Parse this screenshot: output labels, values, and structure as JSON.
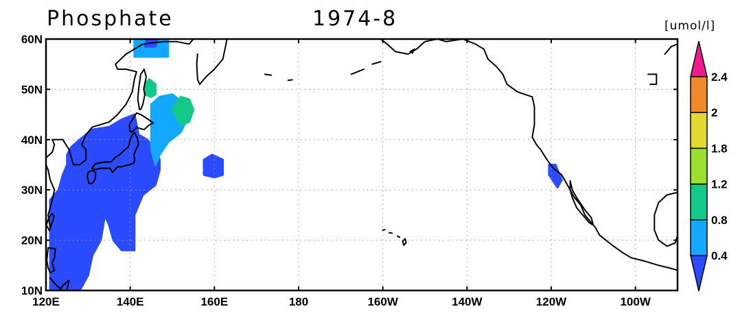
{
  "title": {
    "variable": "Phosphate",
    "date": "1974-8"
  },
  "units": "[umol/l]",
  "map": {
    "lon_range": [
      120,
      270
    ],
    "lat_range": [
      10,
      60
    ],
    "grid": "dotted",
    "x_ticks": [
      {
        "lon": 120,
        "label": "120E"
      },
      {
        "lon": 140,
        "label": "140E"
      },
      {
        "lon": 160,
        "label": "160E"
      },
      {
        "lon": 180,
        "label": "180"
      },
      {
        "lon": 200,
        "label": "160W"
      },
      {
        "lon": 220,
        "label": "140W"
      },
      {
        "lon": 240,
        "label": "120W"
      },
      {
        "lon": 260,
        "label": "100W"
      }
    ],
    "y_ticks": [
      {
        "lat": 10,
        "label": "10N"
      },
      {
        "lat": 20,
        "label": "20N"
      },
      {
        "lat": 30,
        "label": "30N"
      },
      {
        "lat": 40,
        "label": "40N"
      },
      {
        "lat": 50,
        "label": "50N"
      },
      {
        "lat": 60,
        "label": "60N"
      }
    ]
  },
  "colorbar": {
    "colors": [
      "#2a4bff",
      "#12a8ff",
      "#12c98a",
      "#9be02a",
      "#e2d830",
      "#f08a28",
      "#ef1a8e"
    ],
    "labels": [
      "0.4",
      "0.8",
      "1.2",
      "1.8",
      "2",
      "2.4"
    ]
  },
  "fields": [
    {
      "level": 0,
      "name": "west-pacific-low",
      "color": "#2a4bff",
      "polygon": [
        [
          121,
          10
        ],
        [
          121,
          28
        ],
        [
          123,
          30
        ],
        [
          124,
          33
        ],
        [
          125,
          35
        ],
        [
          125,
          37
        ],
        [
          126,
          38.5
        ],
        [
          128,
          40
        ],
        [
          131,
          42
        ],
        [
          135,
          42.5
        ],
        [
          138,
          44
        ],
        [
          141,
          45
        ],
        [
          142,
          41
        ],
        [
          144,
          40
        ],
        [
          146,
          38
        ],
        [
          147,
          36
        ],
        [
          147,
          34
        ],
        [
          146,
          31
        ],
        [
          143,
          29
        ],
        [
          142,
          27
        ],
        [
          141,
          25
        ],
        [
          141,
          18
        ],
        [
          138,
          18
        ],
        [
          136,
          20
        ],
        [
          135,
          23
        ],
        [
          134,
          25
        ],
        [
          133,
          20
        ],
        [
          131,
          17
        ],
        [
          130,
          13
        ],
        [
          128,
          10
        ]
      ]
    },
    {
      "level": 1,
      "name": "kuril-mid",
      "color": "#12a8ff",
      "polygon": [
        [
          145,
          38
        ],
        [
          145,
          47
        ],
        [
          147,
          48.5
        ],
        [
          150,
          49
        ],
        [
          153,
          47
        ],
        [
          153.5,
          44
        ],
        [
          152,
          41.5
        ],
        [
          149,
          39.5
        ],
        [
          147,
          37
        ],
        [
          146,
          35
        ]
      ]
    },
    {
      "level": 2,
      "name": "kuril-high",
      "color": "#12c98a",
      "polygon": [
        [
          150,
          46
        ],
        [
          152,
          48.5
        ],
        [
          154,
          48
        ],
        [
          155,
          46
        ],
        [
          154,
          43.5
        ],
        [
          152,
          43
        ]
      ]
    },
    {
      "level": 0,
      "name": "east-of-japan-patch",
      "color": "#2a4bff",
      "polygon": [
        [
          157.5,
          33
        ],
        [
          157.5,
          36
        ],
        [
          159.5,
          37
        ],
        [
          162,
          36
        ],
        [
          162,
          33
        ],
        [
          160,
          32.5
        ]
      ]
    },
    {
      "level": 1,
      "name": "gulf-of-alaska-mid",
      "color": "#12a8ff",
      "polygon": [
        [
          141,
          56.5
        ],
        [
          141,
          60
        ],
        [
          149,
          60
        ],
        [
          149,
          56.5
        ]
      ]
    },
    {
      "level": 0,
      "name": "gulf-of-alaska-low",
      "color": "#2a4bff",
      "polygon": [
        [
          143.5,
          58.5
        ],
        [
          144,
          60
        ],
        [
          146.5,
          60
        ],
        [
          146,
          58.5
        ]
      ]
    },
    {
      "level": 2,
      "name": "gulf-of-alaska-high-spot",
      "color": "#12c98a",
      "polygon": [
        [
          143.5,
          49
        ],
        [
          143.5,
          51
        ],
        [
          144.5,
          52
        ],
        [
          146,
          51
        ],
        [
          146,
          49
        ],
        [
          145,
          48.5
        ]
      ]
    },
    {
      "level": 0,
      "name": "baja-patch",
      "color": "#2a4bff",
      "polygon": [
        [
          239.5,
          33
        ],
        [
          239.5,
          35
        ],
        [
          241,
          35
        ],
        [
          242.5,
          32
        ],
        [
          241.5,
          30.5
        ]
      ]
    }
  ],
  "coastlines": [
    {
      "name": "asia-coast",
      "points": [
        [
          121,
          22.5
        ],
        [
          120.5,
          25
        ],
        [
          121.5,
          28
        ],
        [
          122,
          30
        ],
        [
          121,
          32
        ],
        [
          120.5,
          34
        ],
        [
          119.5,
          36
        ],
        [
          121.5,
          37.5
        ],
        [
          122,
          39
        ],
        [
          121.5,
          40
        ],
        [
          124,
          40
        ],
        [
          125.5,
          38
        ],
        [
          126.5,
          35
        ],
        [
          128,
          35
        ],
        [
          129.5,
          36
        ],
        [
          129.5,
          38
        ],
        [
          128.5,
          39
        ],
        [
          129.5,
          41
        ],
        [
          131,
          42.5
        ],
        [
          133,
          43
        ],
        [
          135,
          43.5
        ],
        [
          137,
          45
        ],
        [
          139,
          47
        ],
        [
          140.5,
          49.5
        ],
        [
          141,
          52
        ],
        [
          141.5,
          53.5
        ],
        [
          139,
          54
        ],
        [
          137,
          54
        ],
        [
          136.5,
          55
        ],
        [
          139,
          57
        ],
        [
          143,
          59
        ],
        [
          148,
          59.5
        ],
        [
          151,
          59.5
        ],
        [
          154,
          59
        ],
        [
          156,
          61
        ],
        [
          160,
          61.5
        ]
      ]
    },
    {
      "name": "kamchatka",
      "points": [
        [
          156,
          57
        ],
        [
          155.8,
          55
        ],
        [
          156,
          52
        ],
        [
          156.5,
          51
        ],
        [
          158,
          52.5
        ],
        [
          160,
          54
        ],
        [
          162,
          56
        ],
        [
          162.5,
          58
        ],
        [
          163,
          60
        ],
        [
          163.5,
          61
        ]
      ]
    },
    {
      "name": "sakhalin",
      "points": [
        [
          142.2,
          46
        ],
        [
          141.8,
          48
        ],
        [
          142,
          50
        ],
        [
          142.5,
          53
        ],
        [
          143.3,
          54
        ],
        [
          143.8,
          52.5
        ],
        [
          143.2,
          50
        ],
        [
          143.5,
          49
        ],
        [
          143,
          47
        ],
        [
          142.5,
          46
        ]
      ]
    },
    {
      "name": "hokkaido",
      "points": [
        [
          140,
          41.5
        ],
        [
          139.8,
          43
        ],
        [
          141.5,
          45.3
        ],
        [
          142.5,
          45
        ],
        [
          144,
          44.2
        ],
        [
          145.5,
          43.3
        ],
        [
          144.5,
          42.9
        ],
        [
          143.3,
          42.0
        ],
        [
          141.5,
          42.4
        ],
        [
          140.5,
          41.6
        ],
        [
          140,
          41.5
        ]
      ]
    },
    {
      "name": "honshu",
      "points": [
        [
          141,
          41.4
        ],
        [
          141.7,
          40.3
        ],
        [
          142,
          39
        ],
        [
          141.5,
          38.3
        ],
        [
          140.9,
          37
        ],
        [
          141.1,
          36
        ],
        [
          140.8,
          35.3
        ],
        [
          139.8,
          35
        ],
        [
          139.2,
          34.9
        ],
        [
          138,
          34.6
        ],
        [
          137,
          34.6
        ],
        [
          135.8,
          33.5
        ],
        [
          135.2,
          34.3
        ],
        [
          133,
          34.3
        ],
        [
          131.6,
          34
        ],
        [
          130.9,
          34.3
        ],
        [
          131.8,
          35.2
        ],
        [
          133.5,
          35.5
        ],
        [
          135.5,
          35.6
        ],
        [
          136.5,
          36.5
        ],
        [
          137.5,
          37
        ],
        [
          138.5,
          37.8
        ],
        [
          139.6,
          38.6
        ],
        [
          140,
          40
        ],
        [
          140.5,
          41
        ],
        [
          141,
          41.4
        ]
      ]
    },
    {
      "name": "kyushu",
      "points": [
        [
          130,
          33.5
        ],
        [
          129.8,
          32.6
        ],
        [
          130.2,
          31.3
        ],
        [
          131,
          31.3
        ],
        [
          131.7,
          32.2
        ],
        [
          131.8,
          33.4
        ],
        [
          131,
          33.9
        ],
        [
          130,
          33.5
        ]
      ]
    },
    {
      "name": "taiwan",
      "points": [
        [
          120.1,
          23
        ],
        [
          120.8,
          21.9
        ],
        [
          121.9,
          24.6
        ],
        [
          121.5,
          25.3
        ],
        [
          120.6,
          24.4
        ],
        [
          120.1,
          23
        ]
      ]
    },
    {
      "name": "luzon",
      "points": [
        [
          120.5,
          18.5
        ],
        [
          122.2,
          18.3
        ],
        [
          122,
          16.5
        ],
        [
          121.5,
          15.5
        ],
        [
          122,
          14
        ],
        [
          121,
          13.5
        ],
        [
          120.5,
          14.5
        ],
        [
          120.2,
          16
        ],
        [
          120.5,
          18.5
        ]
      ]
    },
    {
      "name": "philippines-south",
      "points": [
        [
          121,
          12.5
        ],
        [
          122.5,
          11
        ],
        [
          123.5,
          10.3
        ],
        [
          124,
          11
        ],
        [
          125.5,
          12
        ],
        [
          125,
          10.3
        ]
      ]
    },
    {
      "name": "north-america-coast",
      "points": [
        [
          198,
          61
        ],
        [
          201,
          59
        ],
        [
          203,
          57.5
        ],
        [
          206,
          57
        ],
        [
          208,
          58
        ],
        [
          210,
          59.5
        ],
        [
          213,
          60
        ],
        [
          215,
          59.5
        ],
        [
          219,
          60
        ],
        [
          222,
          59
        ],
        [
          224,
          58
        ],
        [
          225,
          56
        ],
        [
          227,
          54.5
        ],
        [
          228.5,
          53
        ],
        [
          229.5,
          51
        ],
        [
          232,
          49.5
        ],
        [
          235.5,
          48.5
        ],
        [
          236,
          46.5
        ],
        [
          236,
          43
        ],
        [
          235.5,
          40.5
        ],
        [
          236.5,
          39
        ],
        [
          237.5,
          38
        ],
        [
          239,
          36
        ],
        [
          240.5,
          34.3
        ],
        [
          242.5,
          33
        ],
        [
          243.5,
          31.5
        ],
        [
          244.5,
          30
        ],
        [
          245.5,
          28.5
        ],
        [
          247,
          27
        ],
        [
          248,
          25
        ],
        [
          249.5,
          23.5
        ],
        [
          250.5,
          22.5
        ],
        [
          251.5,
          21
        ],
        [
          254.5,
          19
        ],
        [
          257,
          17.5
        ],
        [
          259,
          16.5
        ],
        [
          261.5,
          16
        ],
        [
          263.5,
          15.5
        ],
        [
          265.5,
          15
        ],
        [
          268,
          14.5
        ],
        [
          270,
          14
        ]
      ]
    },
    {
      "name": "baja-california",
      "points": [
        [
          244.5,
          31.8
        ],
        [
          245,
          30
        ],
        [
          246,
          28.5
        ],
        [
          248,
          26
        ],
        [
          249.5,
          24.5
        ],
        [
          250,
          23
        ],
        [
          249,
          23.5
        ],
        [
          247.5,
          25
        ],
        [
          246,
          26.5
        ],
        [
          245,
          28.5
        ],
        [
          244.5,
          30
        ],
        [
          244.5,
          31.8
        ]
      ]
    },
    {
      "name": "gulf-of-mexico",
      "points": [
        [
          270,
          29.5
        ],
        [
          267.5,
          29
        ],
        [
          265.5,
          27.5
        ],
        [
          264.5,
          25
        ],
        [
          264.5,
          22
        ],
        [
          265.5,
          20
        ],
        [
          267.5,
          18.8
        ],
        [
          269.5,
          19.5
        ],
        [
          270,
          21
        ]
      ]
    },
    {
      "name": "hawaii-1",
      "points": [
        [
          204.7,
          19.8
        ],
        [
          205.3,
          20.3
        ],
        [
          205.5,
          19.5
        ],
        [
          205,
          19
        ],
        [
          204.7,
          19.8
        ]
      ]
    },
    {
      "name": "hawaii-2",
      "points": [
        [
          203.5,
          20.8
        ],
        [
          204,
          20.6
        ]
      ]
    },
    {
      "name": "hawaii-3",
      "points": [
        [
          201.5,
          21.5
        ],
        [
          202.2,
          21.4
        ]
      ]
    },
    {
      "name": "hawaii-4",
      "points": [
        [
          200,
          22
        ],
        [
          200.5,
          22.1
        ]
      ]
    },
    {
      "name": "aleutian-1",
      "points": [
        [
          172,
          53
        ],
        [
          173.5,
          52.8
        ]
      ]
    },
    {
      "name": "aleutian-2",
      "points": [
        [
          177.5,
          51.8
        ],
        [
          178.5,
          51.9
        ]
      ]
    },
    {
      "name": "aleutian-3",
      "points": [
        [
          192.5,
          53
        ],
        [
          194,
          53.5
        ],
        [
          195.5,
          54
        ]
      ]
    },
    {
      "name": "aleutian-4",
      "points": [
        [
          197.5,
          55
        ],
        [
          199.5,
          55.5
        ]
      ]
    },
    {
      "name": "kodiak",
      "points": [
        [
          206.5,
          57.5
        ],
        [
          207.5,
          58
        ],
        [
          207,
          57.2
        ]
      ]
    },
    {
      "name": "arctic-islands",
      "points": [
        [
          263,
          53
        ],
        [
          265,
          53
        ],
        [
          265,
          51
        ],
        [
          263.5,
          51
        ]
      ]
    },
    {
      "name": "hudson-bay",
      "points": [
        [
          267,
          57
        ],
        [
          268.5,
          58.5
        ],
        [
          270,
          59
        ]
      ]
    }
  ]
}
